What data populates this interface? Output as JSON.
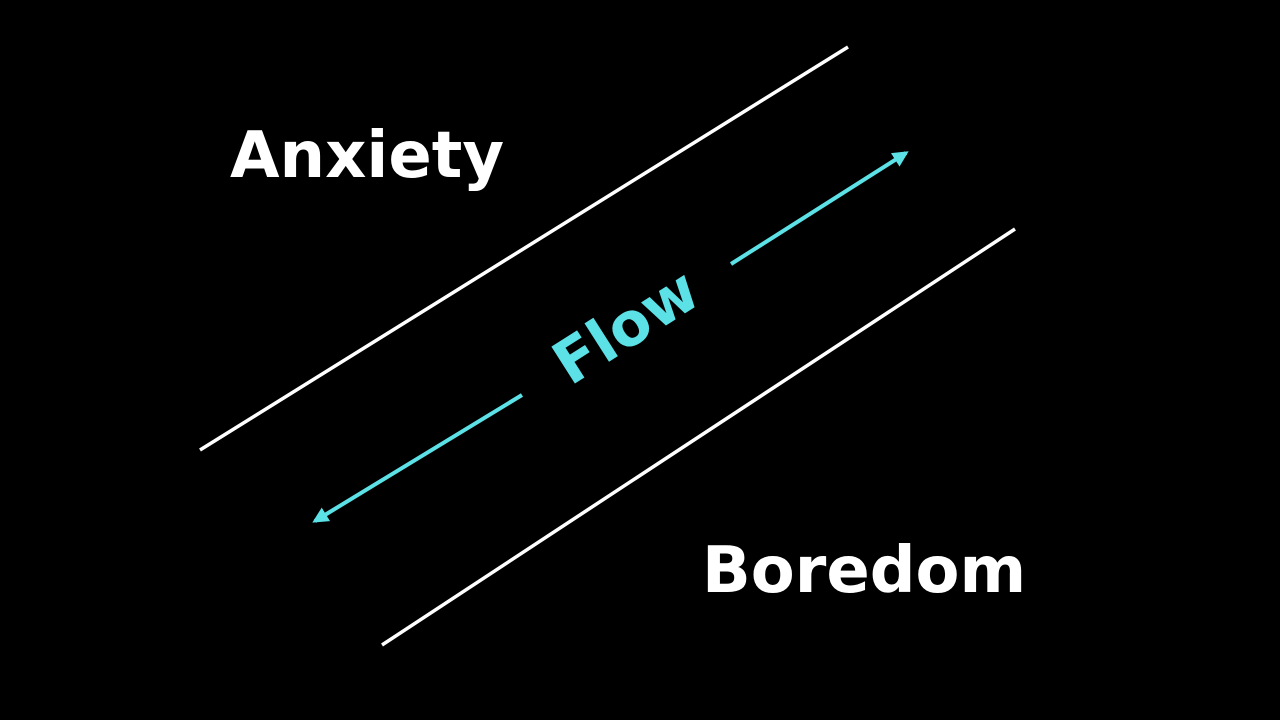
{
  "labels": {
    "anxiety": "Anxiety",
    "boredom": "Boredom",
    "flow": "Flow"
  },
  "colors": {
    "background": "#000000",
    "boundary": "#ffffff",
    "flow": "#5ce1e6"
  }
}
